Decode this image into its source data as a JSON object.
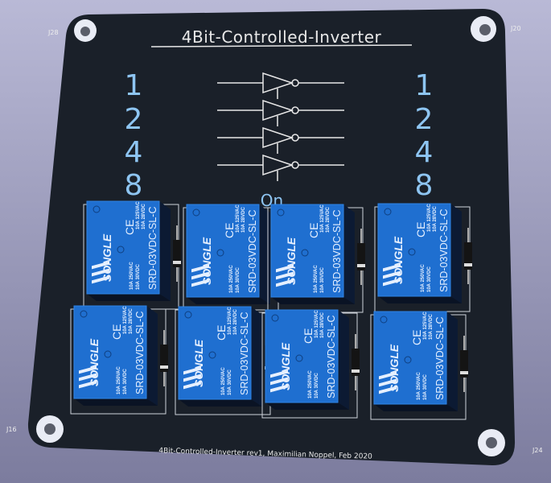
{
  "board": {
    "title": "4Bit-Controlled-Inverter",
    "footer": "4Bit-Controlled-Inverter rev1, Maximilian Noppel, Feb 2020",
    "hidden_label": "On",
    "left_bits": [
      "1",
      "2",
      "4",
      "8"
    ],
    "right_bits": [
      "1",
      "2",
      "4",
      "8"
    ],
    "refs": {
      "top_left": "J28",
      "top_right": "J20",
      "bottom_left": "J16",
      "bottom_right": "J24"
    },
    "colors": {
      "board": "#1a2029",
      "relay": "#1f6fd0",
      "silkscreen": "#e8e8e8",
      "bit_labels": "#8ec5f2",
      "background": "#a4a4c4"
    }
  },
  "relay": {
    "brand": "SONGLE",
    "model": "SRD-03VDC-SL-C",
    "rating_ac_high": "10A 250VAC",
    "rating_dc_high": "10A 30VDC",
    "rating_ac_low": "10A 125VAC",
    "rating_dc_low": "10A 28VDC",
    "ce_mark": "CE",
    "count": 8
  }
}
